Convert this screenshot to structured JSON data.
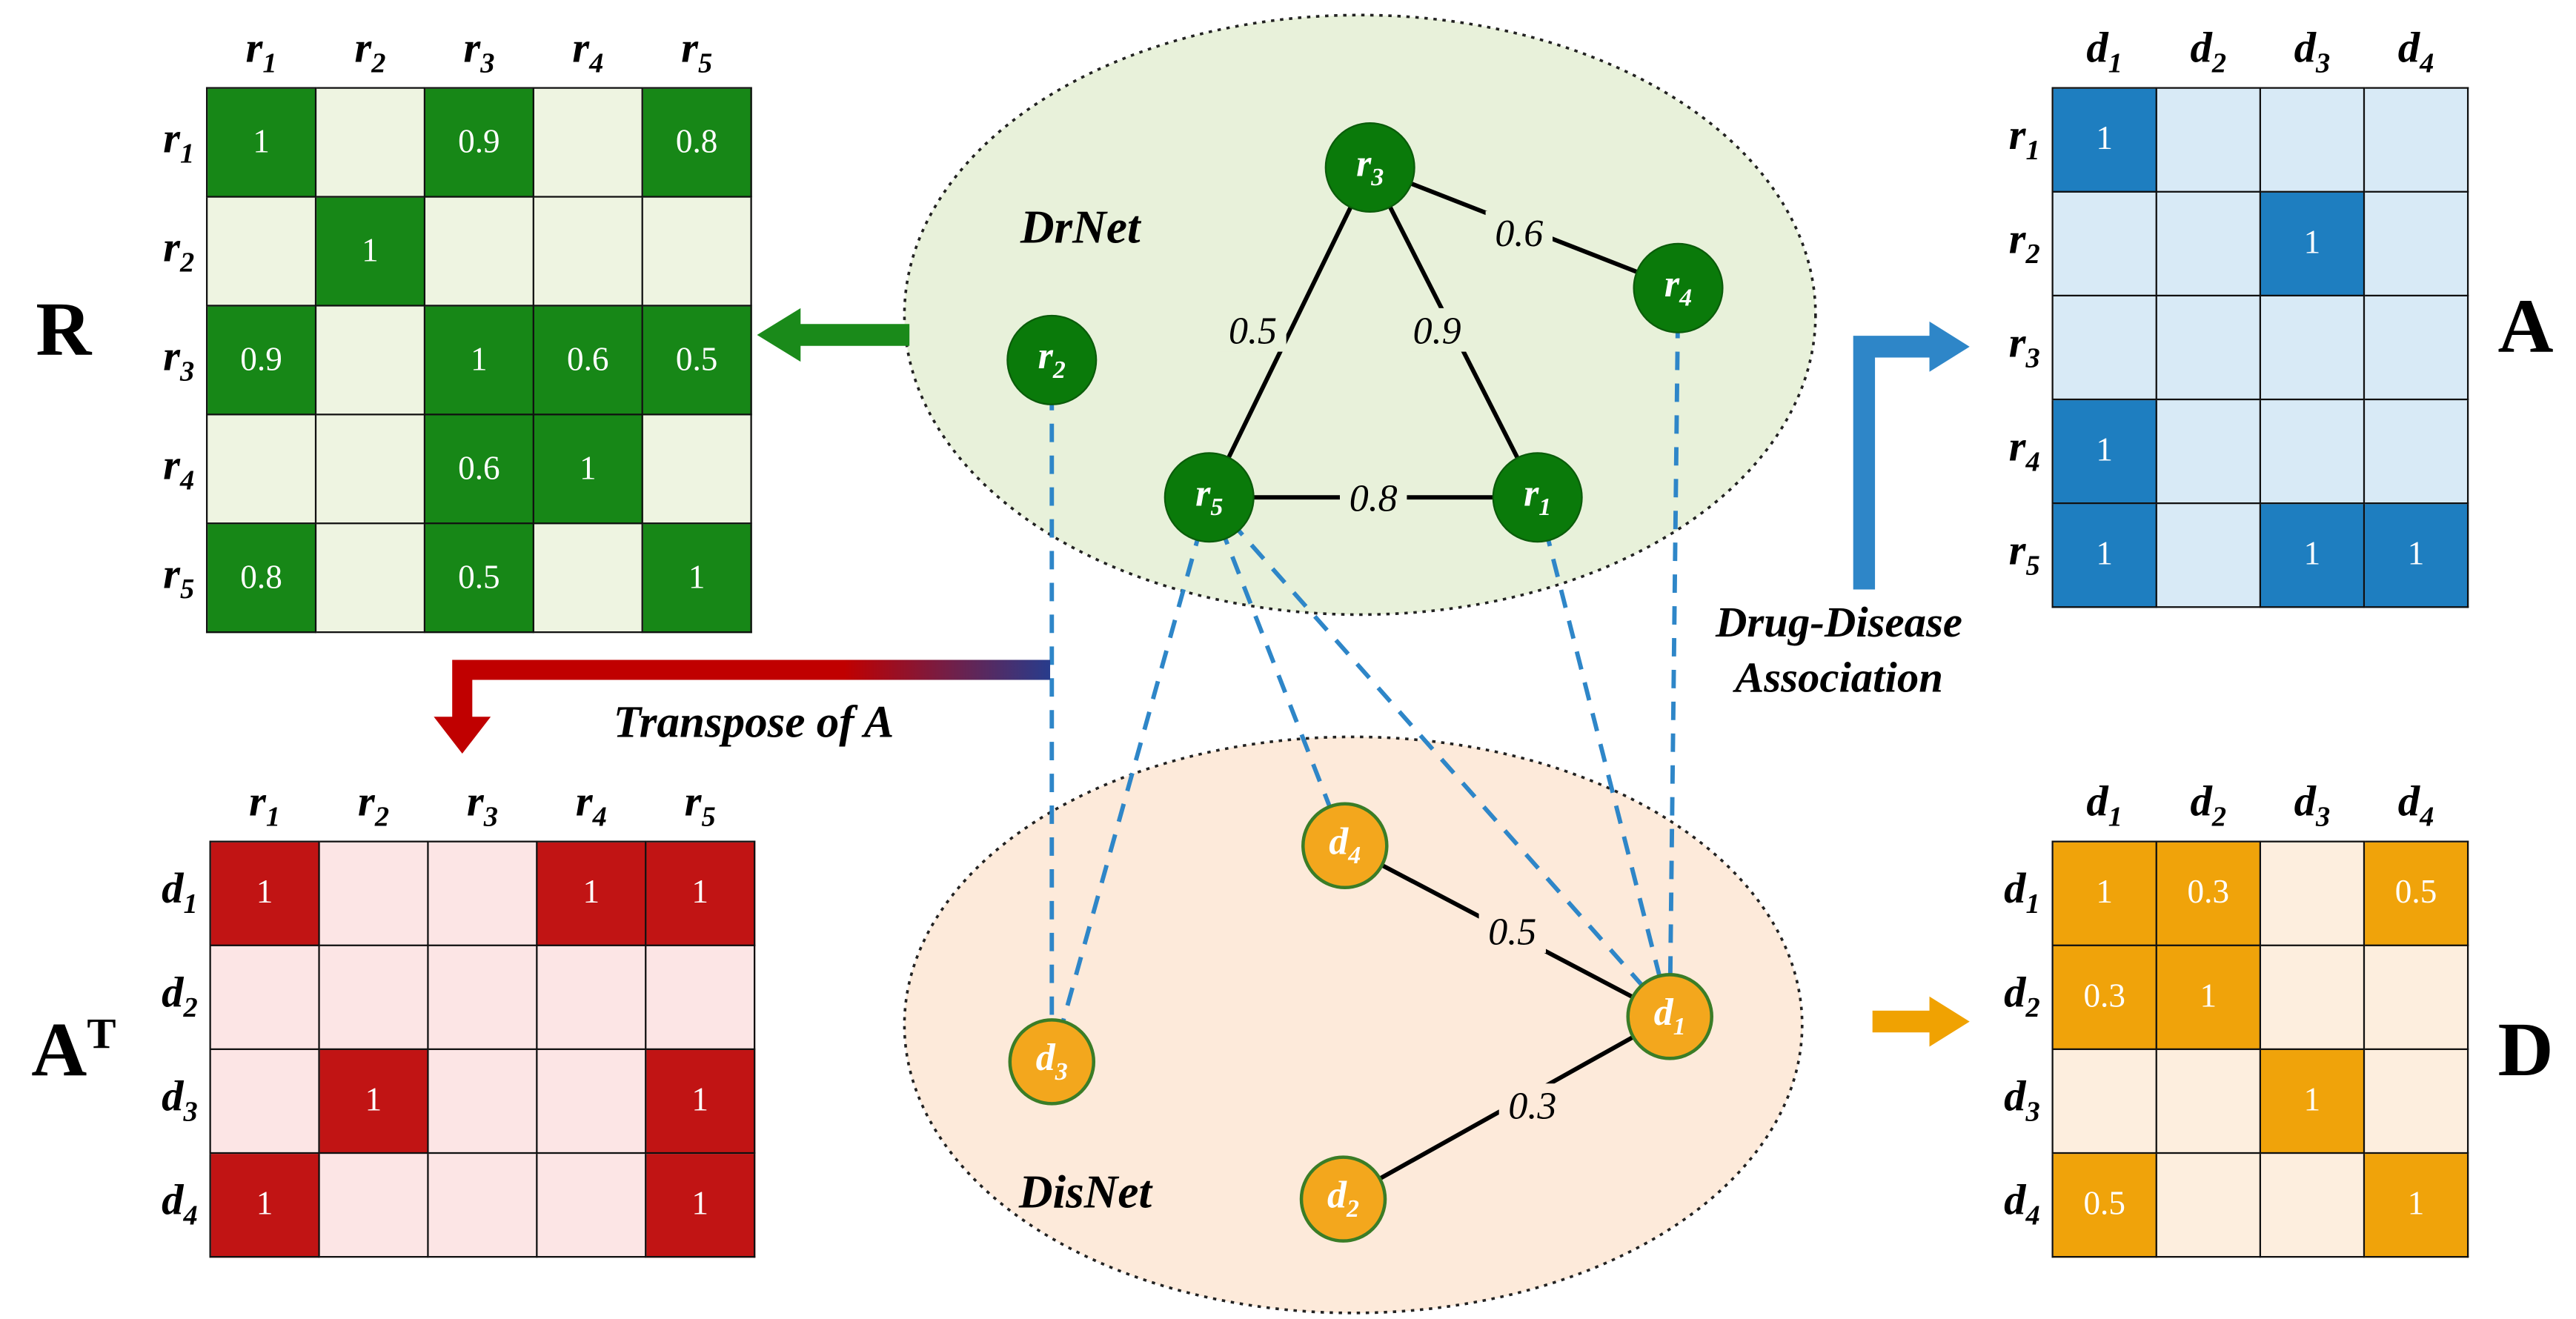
{
  "diagram": {
    "colors": {
      "green": "#1a8a1a",
      "blue": "#2e86c8",
      "red": "#c00000",
      "dark_blue": "#283c8c",
      "orange": "#f0a202",
      "drnet_fill": "#e8f1da",
      "disnet_fill": "#fdeada",
      "drug_node": "#0a7a0a",
      "disease_node": "#f3a71d",
      "association_dash": "#2e86c8"
    },
    "matrices": {
      "R": {
        "label": "R",
        "rows": [
          "r1",
          "r2",
          "r3",
          "r4",
          "r5"
        ],
        "cols": [
          "r1",
          "r2",
          "r3",
          "r4",
          "r5"
        ],
        "cells": [
          [
            "1",
            "",
            "0.9",
            "",
            "0.8"
          ],
          [
            "",
            "1",
            "",
            "",
            ""
          ],
          [
            "0.9",
            "",
            "1",
            "0.6",
            "0.5"
          ],
          [
            "",
            "",
            "0.6",
            "1",
            ""
          ],
          [
            "0.8",
            "",
            "0.5",
            "",
            "1"
          ]
        ],
        "filled": "#178717",
        "empty": "#eef4e1"
      },
      "A": {
        "label": "A",
        "rows": [
          "r1",
          "r2",
          "r3",
          "r4",
          "r5"
        ],
        "cols": [
          "d1",
          "d2",
          "d3",
          "d4"
        ],
        "cells": [
          [
            "1",
            "",
            "",
            ""
          ],
          [
            "",
            "",
            "1",
            ""
          ],
          [
            "",
            "",
            "",
            ""
          ],
          [
            "1",
            "",
            "",
            ""
          ],
          [
            "1",
            "",
            "1",
            "1"
          ]
        ],
        "filled": "#1e7ec0",
        "empty": "#d8eaf6"
      },
      "AT": {
        "label": "A",
        "label_sup": "T",
        "rows": [
          "d1",
          "d2",
          "d3",
          "d4"
        ],
        "cols": [
          "r1",
          "r2",
          "r3",
          "r4",
          "r5"
        ],
        "cells": [
          [
            "1",
            "",
            "",
            "1",
            "1"
          ],
          [
            "",
            "",
            "",
            "",
            ""
          ],
          [
            "",
            "1",
            "",
            "",
            "1"
          ],
          [
            "1",
            "",
            "",
            "",
            "1"
          ]
        ],
        "filled": "#c11414",
        "empty": "#fce5e5"
      },
      "D": {
        "label": "D",
        "rows": [
          "d1",
          "d2",
          "d3",
          "d4"
        ],
        "cols": [
          "d1",
          "d2",
          "d3",
          "d4"
        ],
        "cells": [
          [
            "1",
            "0.3",
            "",
            "0.5"
          ],
          [
            "0.3",
            "1",
            "",
            ""
          ],
          [
            "",
            "",
            "1",
            ""
          ],
          [
            "0.5",
            "",
            "",
            "1"
          ]
        ],
        "filled": "#f0a30a",
        "empty": "#fdeede"
      }
    },
    "networks": {
      "drnet": {
        "label": "DrNet",
        "nodes": [
          "r1",
          "r2",
          "r3",
          "r4",
          "r5"
        ],
        "edges": [
          {
            "a": "r3",
            "b": "r4",
            "w": "0.6"
          },
          {
            "a": "r3",
            "b": "r5",
            "w": "0.5"
          },
          {
            "a": "r3",
            "b": "r1",
            "w": "0.9"
          },
          {
            "a": "r5",
            "b": "r1",
            "w": "0.8"
          }
        ]
      },
      "disnet": {
        "label": "DisNet",
        "nodes": [
          "d1",
          "d2",
          "d3",
          "d4"
        ],
        "edges": [
          {
            "a": "d4",
            "b": "d1",
            "w": "0.5"
          },
          {
            "a": "d1",
            "b": "d2",
            "w": "0.3"
          }
        ]
      }
    },
    "associations": [
      {
        "drug": "r2",
        "disease": "d3"
      },
      {
        "drug": "r5",
        "disease": "d3"
      },
      {
        "drug": "r5",
        "disease": "d4"
      },
      {
        "drug": "r5",
        "disease": "d1"
      },
      {
        "drug": "r1",
        "disease": "d1"
      },
      {
        "drug": "r4",
        "disease": "d1"
      }
    ],
    "captions": {
      "transpose": "Transpose of A",
      "association_line1": "Drug-Disease",
      "association_line2": "Association"
    }
  }
}
